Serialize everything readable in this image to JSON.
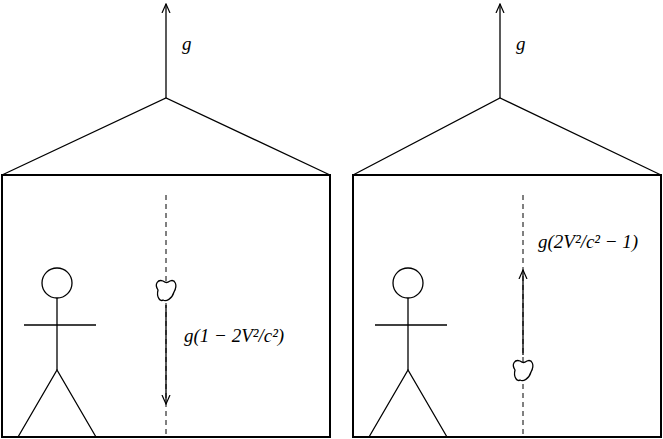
{
  "diagram": {
    "labels": [
      "g",
      "g(1 − 2V²/c²)",
      "g",
      "g(2V²/c² − 1)"
    ]
  }
}
